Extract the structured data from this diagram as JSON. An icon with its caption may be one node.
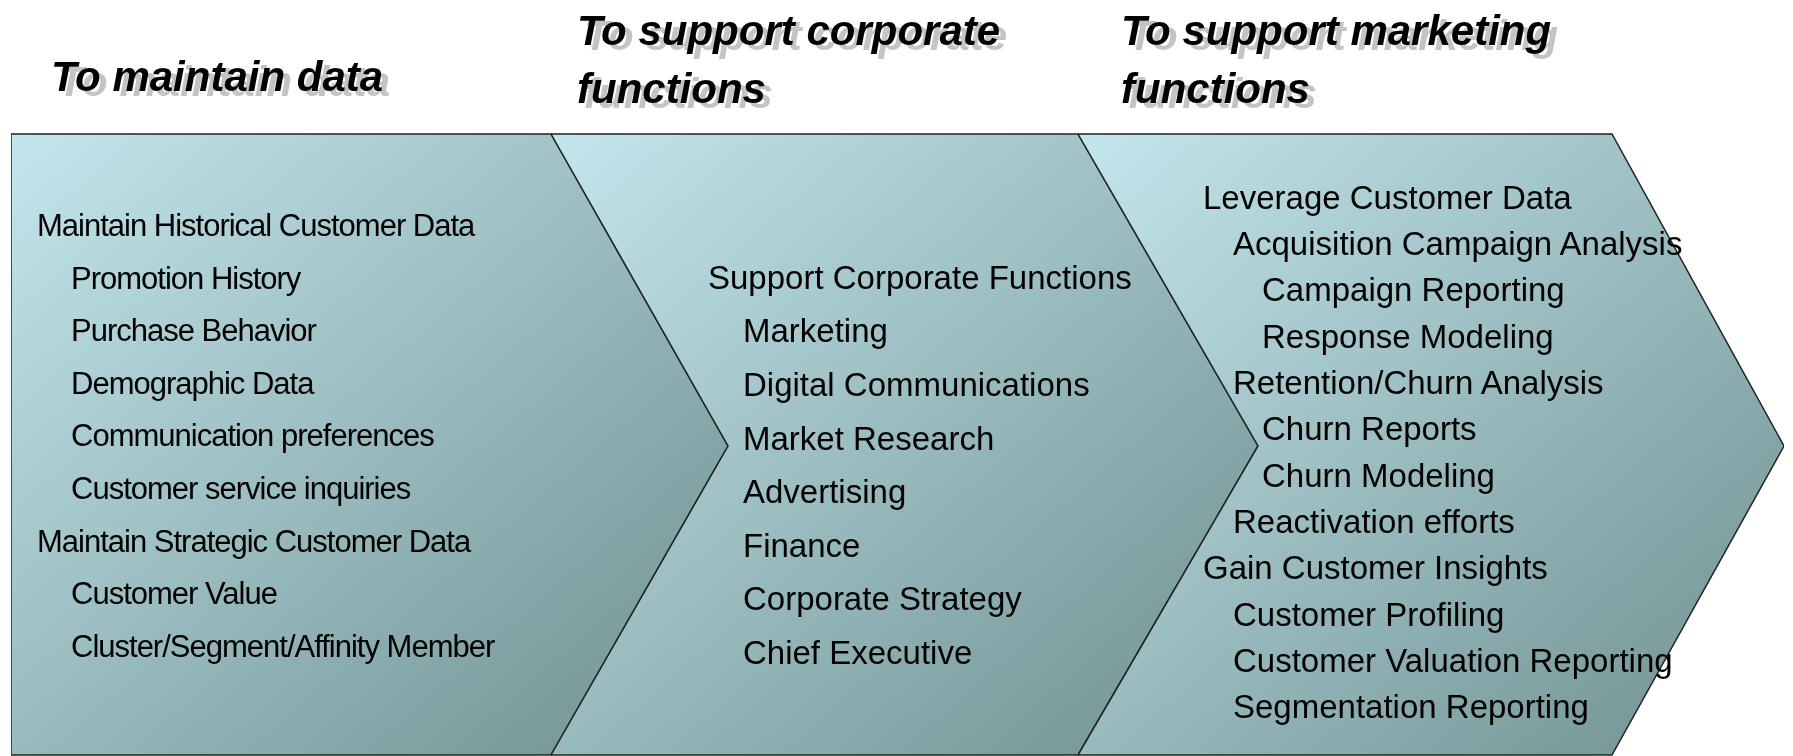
{
  "diagram": {
    "nodes": [
      {
        "text": [
          "To maintain data",
          "Maintain Historical Customer Data",
          "Promotion History",
          "Purchase Behavior",
          "Demographic Data",
          "Communication preferences",
          "Customer service inquiries",
          "Maintain Strategic Customer Data",
          "Customer Value",
          "Cluster/Segment/Affinity Member"
        ]
      },
      {
        "text": [
          "To support corporate functions",
          "Support Corporate Functions",
          "Marketing",
          "Digital Communications",
          "Market Research",
          "Advertising",
          "Finance",
          "Corporate Strategy",
          "Chief Executive"
        ]
      },
      {
        "text": [
          "To support marketing functions",
          "Leverage Customer Data",
          "Acquisition Campaign Analysis",
          "Campaign Reporting",
          "Response Modeling",
          "Retention/Churn Analysis",
          "Churn Reports",
          "Churn Modeling",
          "Reactivation efforts",
          "Gain Customer Insights",
          "Customer Profiling",
          "Customer Valuation Reporting",
          "Segmentation Reporting"
        ]
      }
    ],
    "edges": []
  }
}
